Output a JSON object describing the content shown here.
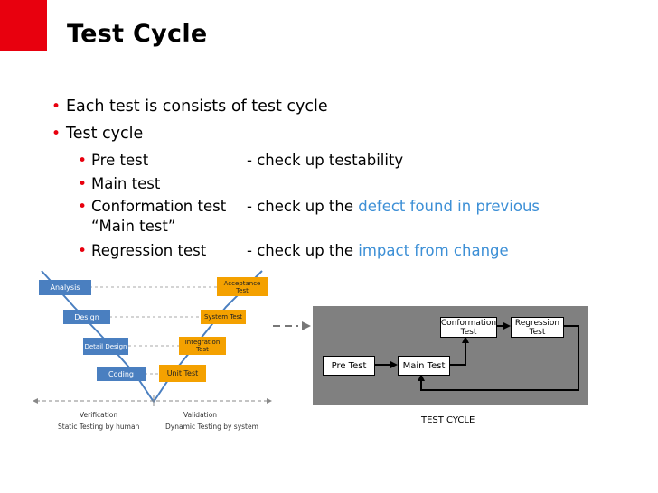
{
  "slide": {
    "title": "Test Cycle",
    "bullets": [
      {
        "text": "Each test is consists of test cycle"
      },
      {
        "text": "Test cycle"
      }
    ],
    "sub_bullets": [
      {
        "name": "Pre test",
        "desc_prefix": "- check up testability",
        "desc_highlight": ""
      },
      {
        "name": "Main test",
        "desc_prefix": "",
        "desc_highlight": ""
      },
      {
        "name": "Conformation test",
        "desc_prefix": "- check up the ",
        "desc_highlight": "defect found in previous",
        "continuation": "“Main test”"
      },
      {
        "name": "Regression test",
        "desc_prefix": "- check up the ",
        "desc_highlight": "impact from change"
      }
    ]
  },
  "vmodel": {
    "left_stages": [
      "Analysis",
      "Design",
      "Detail Design",
      "Coding"
    ],
    "right_stages": [
      "Acceptance Test",
      "System Test",
      "Integration Test",
      "Unit Test"
    ],
    "verification_label": "Verification",
    "verification_sub": "Static Testing by human",
    "validation_label": "Validation",
    "validation_sub": "Dynamic Testing by system"
  },
  "test_cycle": {
    "pre_test": "Pre Test",
    "main_test": "Main Test",
    "conformation_test": "Conformation Test",
    "regression_test": "Regression Test",
    "caption": "TEST CYCLE"
  },
  "colors": {
    "accent_red": "#e8000e",
    "highlight_blue": "#3c8fd6",
    "vmodel_blue": "#4a7fc0",
    "vmodel_orange": "#f4a100",
    "panel_gray": "#808080"
  }
}
